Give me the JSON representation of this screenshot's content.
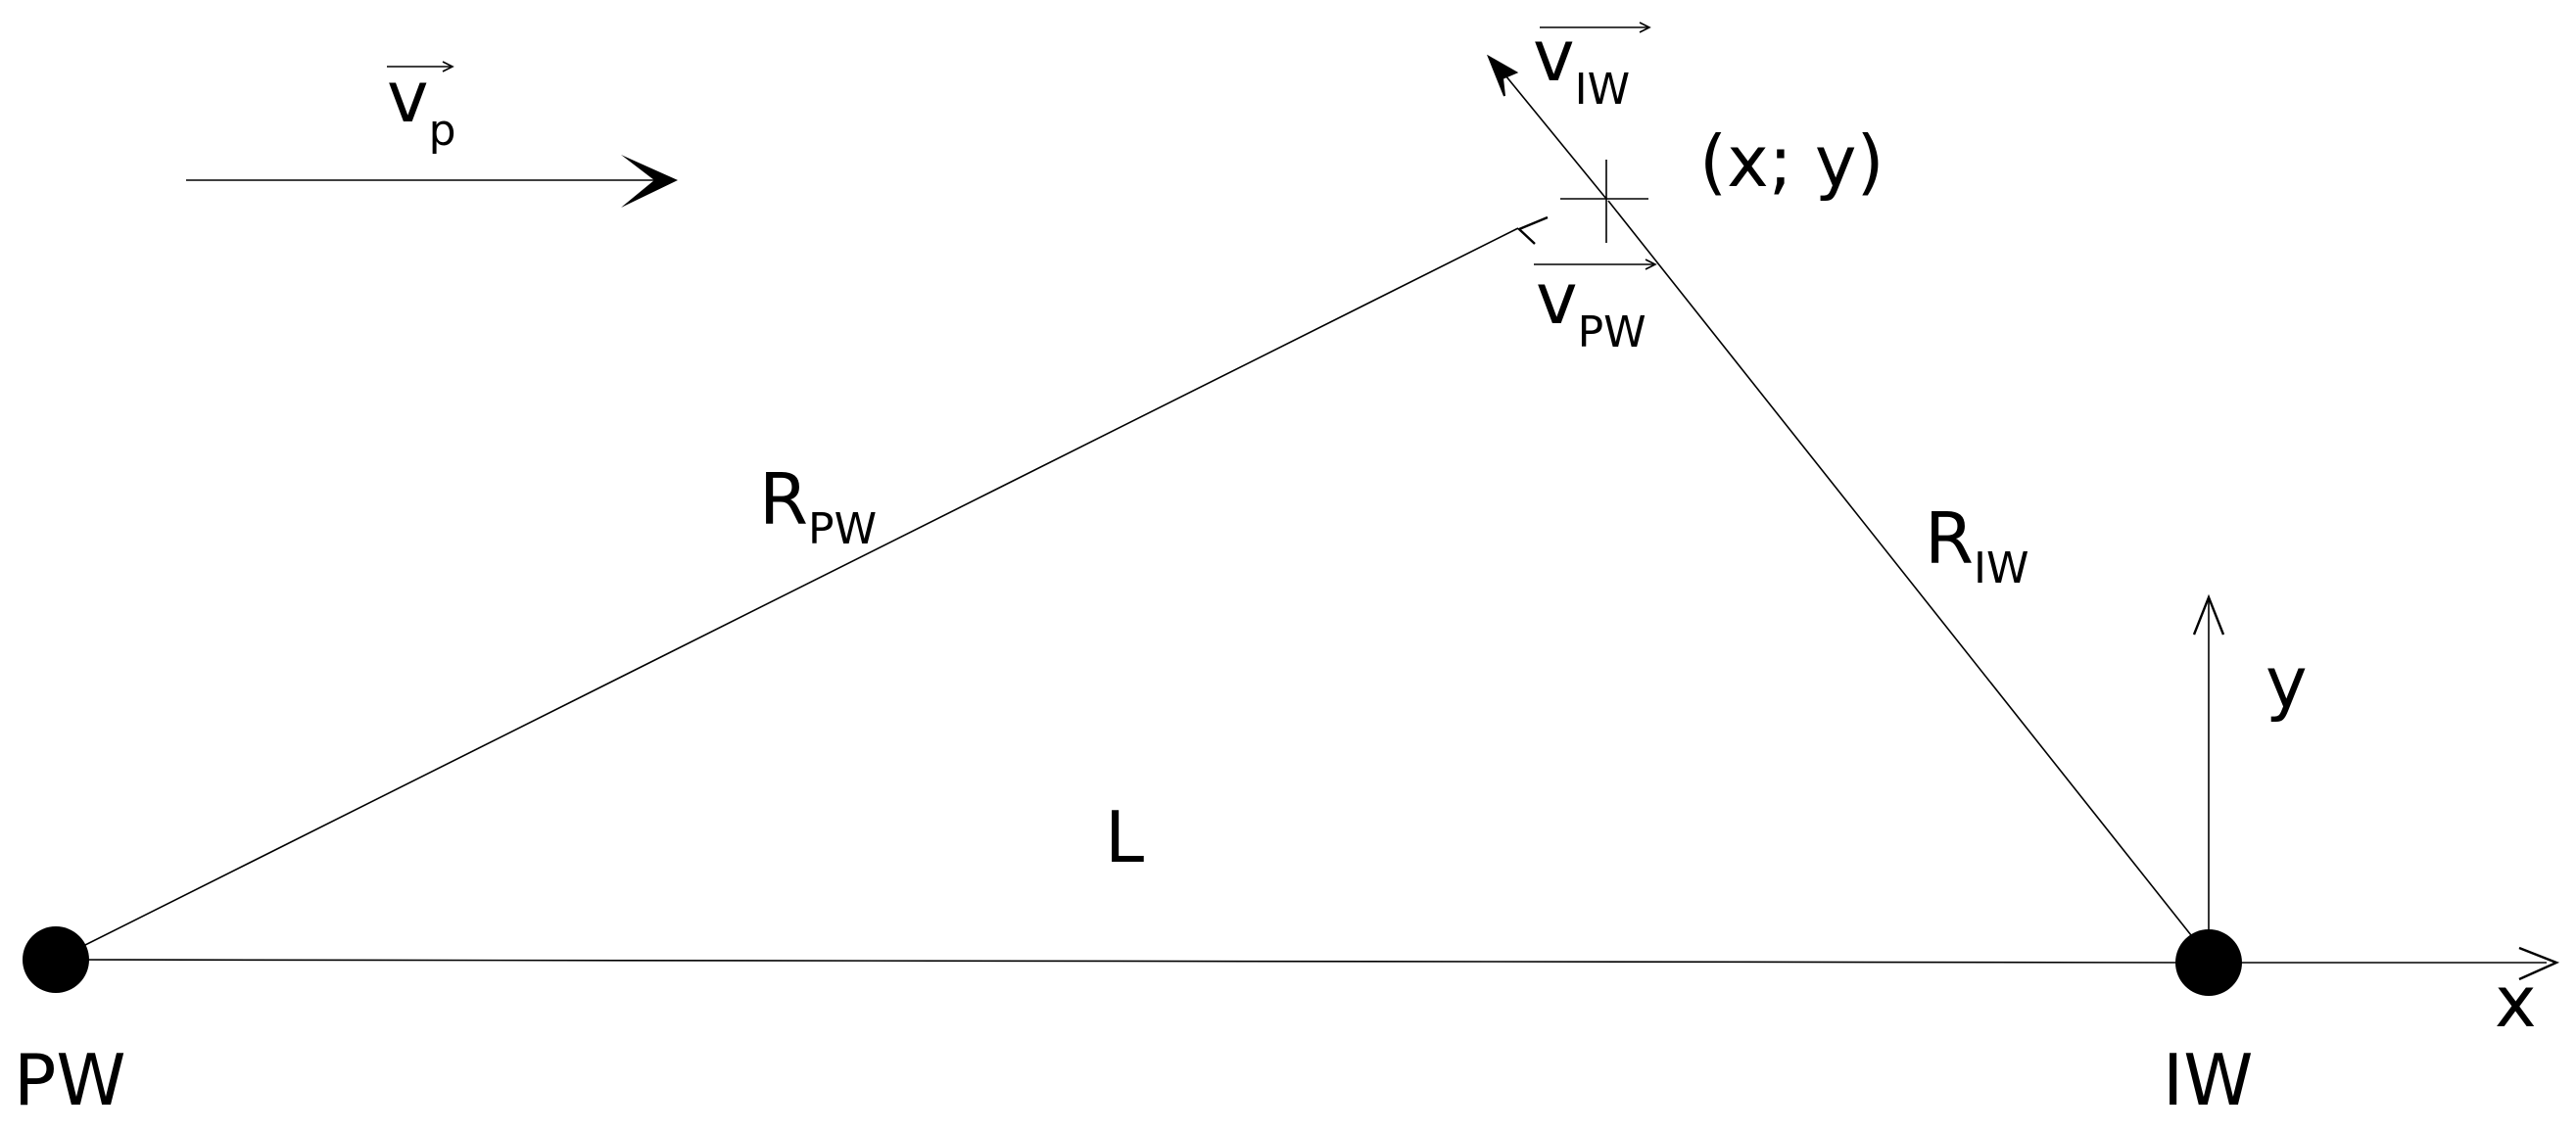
{
  "points": {
    "pw": {
      "label": "PW"
    },
    "iw": {
      "label": "IW"
    },
    "target": {
      "label": "(x; y)"
    }
  },
  "sides": {
    "r_pw": {
      "main": "R",
      "sub": "PW"
    },
    "r_iw": {
      "main": "R",
      "sub": "IW"
    },
    "l": {
      "main": "L"
    }
  },
  "vectors": {
    "v_p": {
      "main": "v",
      "sub": "p"
    },
    "v_iw": {
      "main": "v",
      "sub": "IW"
    },
    "v_pw": {
      "main": "v",
      "sub": "PW"
    }
  },
  "axes": {
    "x": "x",
    "y": "y"
  },
  "colors": {
    "ink": "#000000",
    "background": "#ffffff"
  }
}
